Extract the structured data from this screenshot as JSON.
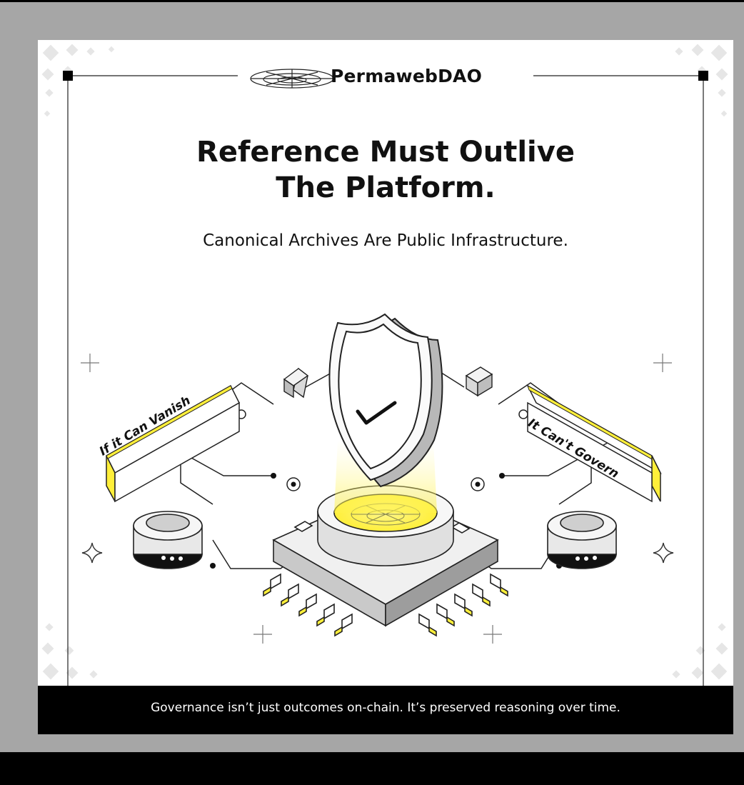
{
  "brand": {
    "name": "PermawebDAO",
    "logo_icon": "wormhole-funnel-icon"
  },
  "headline": {
    "line1": "Reference Must Outlive",
    "line2": "The Platform."
  },
  "subheadline": "Canonical Archives Are Public Infrastructure.",
  "illustration": {
    "left_sign": "If it Can Vanish",
    "right_sign": "It Can't Govern",
    "center_icon": "shield-check-icon",
    "chip_icon": "chip-pedestal-icon",
    "node_icon": "server-node-icon"
  },
  "footer": "Governance isn’t just outcomes on-chain. It’s preserved reasoning over time.",
  "colors": {
    "accent_yellow": "#ffef3a",
    "frame_background": "#a6a6a6",
    "card_background": "#ffffff",
    "ink": "#111111",
    "footer_background": "#000000"
  }
}
